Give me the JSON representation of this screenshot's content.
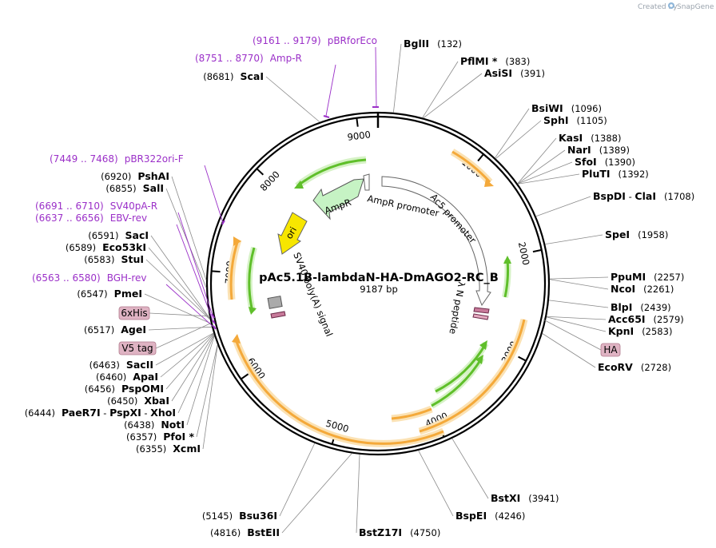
{
  "header": {
    "created_by": "Created by",
    "brand": "SnapGene"
  },
  "plasmid": {
    "name": "pAc5.1B-lambdaN-HA-DmAGO2-RC_B",
    "size_label": "9187 bp",
    "length": 9187
  },
  "ticks": [
    "1000",
    "2000",
    "3000",
    "4000",
    "5000",
    "6000",
    "7000",
    "8000",
    "9000"
  ],
  "sites": [
    {
      "name": "BglII",
      "pos": "(132)"
    },
    {
      "name": "PflMI *",
      "pos": "(383)"
    },
    {
      "name": "AsiSI",
      "pos": "(391)"
    },
    {
      "name": "BsiWI",
      "pos": "(1096)"
    },
    {
      "name": "SphI",
      "pos": "(1105)"
    },
    {
      "name": "KasI",
      "pos": "(1388)"
    },
    {
      "name": "NarI",
      "pos": "(1389)"
    },
    {
      "name": "SfoI",
      "pos": "(1390)"
    },
    {
      "name": "PluTI",
      "pos": "(1392)"
    },
    {
      "name": "BspDI",
      "name2": "ClaI",
      "sep": "-",
      "pos": "(1708)"
    },
    {
      "name": "SpeI",
      "pos": "(1958)"
    },
    {
      "name": "PpuMI",
      "pos": "(2257)"
    },
    {
      "name": "NcoI",
      "pos": "(2261)"
    },
    {
      "name": "BlpI",
      "pos": "(2439)"
    },
    {
      "name": "Acc65I",
      "pos": "(2579)"
    },
    {
      "name": "KpnI",
      "pos": "(2583)"
    },
    {
      "name": "EcoRV",
      "pos": "(2728)"
    },
    {
      "name": "BstXI",
      "pos": "(3941)"
    },
    {
      "name": "BspEI",
      "pos": "(4246)"
    },
    {
      "name": "BstZ17I",
      "pos": "(4750)"
    },
    {
      "name": "BstEII",
      "pos": "(4816)"
    },
    {
      "name": "Bsu36I",
      "pos": "(5145)"
    },
    {
      "name": "XcmI",
      "pos": "(6355)"
    },
    {
      "name": "PfoI *",
      "pos": "(6357)"
    },
    {
      "name": "NotI",
      "pos": "(6438)"
    },
    {
      "name": "PaeR7I",
      "name2": "PspXI",
      "name3": "XhoI",
      "sep": "-",
      "pos": "(6444)"
    },
    {
      "name": "XbaI",
      "pos": "(6450)"
    },
    {
      "name": "PspOMI",
      "pos": "(6456)"
    },
    {
      "name": "ApaI",
      "pos": "(6460)"
    },
    {
      "name": "SacII",
      "pos": "(6463)"
    },
    {
      "name": "AgeI",
      "pos": "(6517)"
    },
    {
      "name": "PmeI",
      "pos": "(6547)"
    },
    {
      "name": "StuI",
      "pos": "(6583)"
    },
    {
      "name": "Eco53kI",
      "pos": "(6589)"
    },
    {
      "name": "SacI",
      "pos": "(6591)"
    },
    {
      "name": "SalI",
      "pos": "(6855)"
    },
    {
      "name": "PshAI",
      "pos": "(6920)"
    },
    {
      "name": "ScaI",
      "pos": "(8681)"
    }
  ],
  "primers": [
    {
      "range": "(9161 .. 9179)",
      "name": "pBRforEco"
    },
    {
      "range": "(8751 .. 8770)",
      "name": "Amp-R"
    },
    {
      "range": "(7449 .. 7468)",
      "name": "pBR322ori-F"
    },
    {
      "range": "(6691 .. 6710)",
      "name": "SV40pA-R"
    },
    {
      "range": "(6637 .. 6656)",
      "name": "EBV-rev"
    },
    {
      "range": "(6563 .. 6580)",
      "name": "BGH-rev"
    }
  ],
  "tags": [
    "6xHis",
    "V5 tag",
    "HA"
  ],
  "features": {
    "ampr": "AmpR",
    "ampr_promoter": "AmpR promoter",
    "ac5_promoter": "Ac5 promoter",
    "ori": "ori",
    "sv40": "SV40 poly(A) signal",
    "lambda_n": "λ N peptide"
  },
  "colors": {
    "primer": "#9b30c8",
    "orf": "#f4a93a",
    "orf_glow": "#fbe2b4",
    "green_feature": "#5fbf2a",
    "ampr_fill": "#c6f3c4",
    "ori_fill": "#f7e600",
    "tag_fill": "#dfb3c3",
    "tag_border": "#b07a8c"
  }
}
